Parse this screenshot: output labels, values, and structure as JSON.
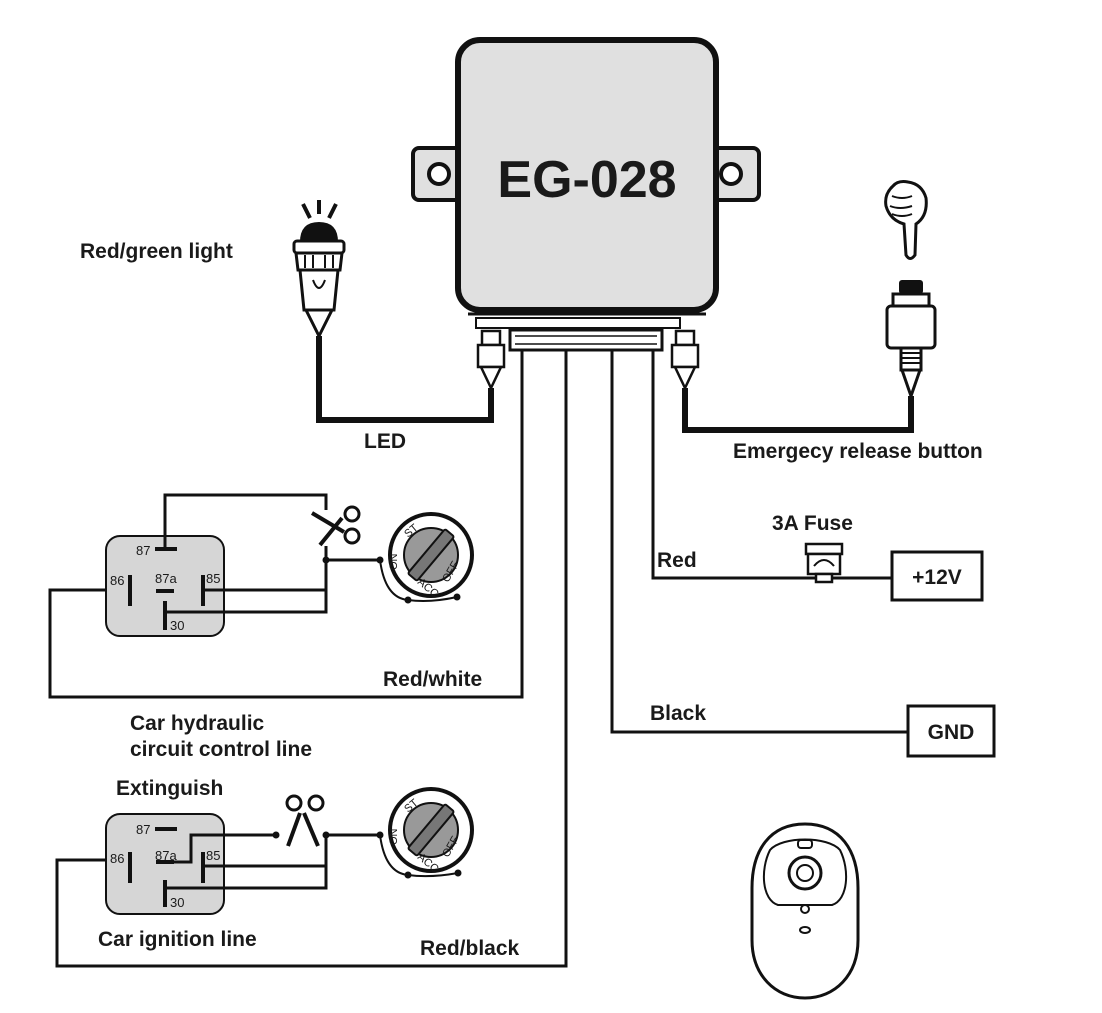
{
  "module": {
    "model": "EG-028"
  },
  "labels": {
    "red_green_light": "Red/green light",
    "led": "LED",
    "emergency_release_button": "Emergecy release button",
    "fuse": "3A Fuse",
    "red": "Red",
    "power": "+12V",
    "black": "Black",
    "ground": "GND",
    "red_white": "Red/white",
    "hydraulic_line_1": "Car hydraulic",
    "hydraulic_line_2": "circuit control line",
    "extinguish": "Extinguish",
    "ignition_line": "Car ignition line",
    "red_black": "Red/black"
  },
  "relay_pins": {
    "p87": "87",
    "p87a": "87a",
    "p86": "86",
    "p85": "85",
    "p30": "30"
  },
  "ignition_switch": {
    "st": "ST",
    "on": "ON",
    "acc": "ACC",
    "off": "OFF"
  },
  "colors": {
    "module_fill": "#e0e0e0",
    "relay_fill": "#d6d6d6",
    "line": "#111111"
  },
  "icons": [
    "scissors-icon",
    "pointing-hand-icon",
    "led-light-icon",
    "push-button-icon",
    "remote-fob-icon",
    "fuse-icon"
  ]
}
